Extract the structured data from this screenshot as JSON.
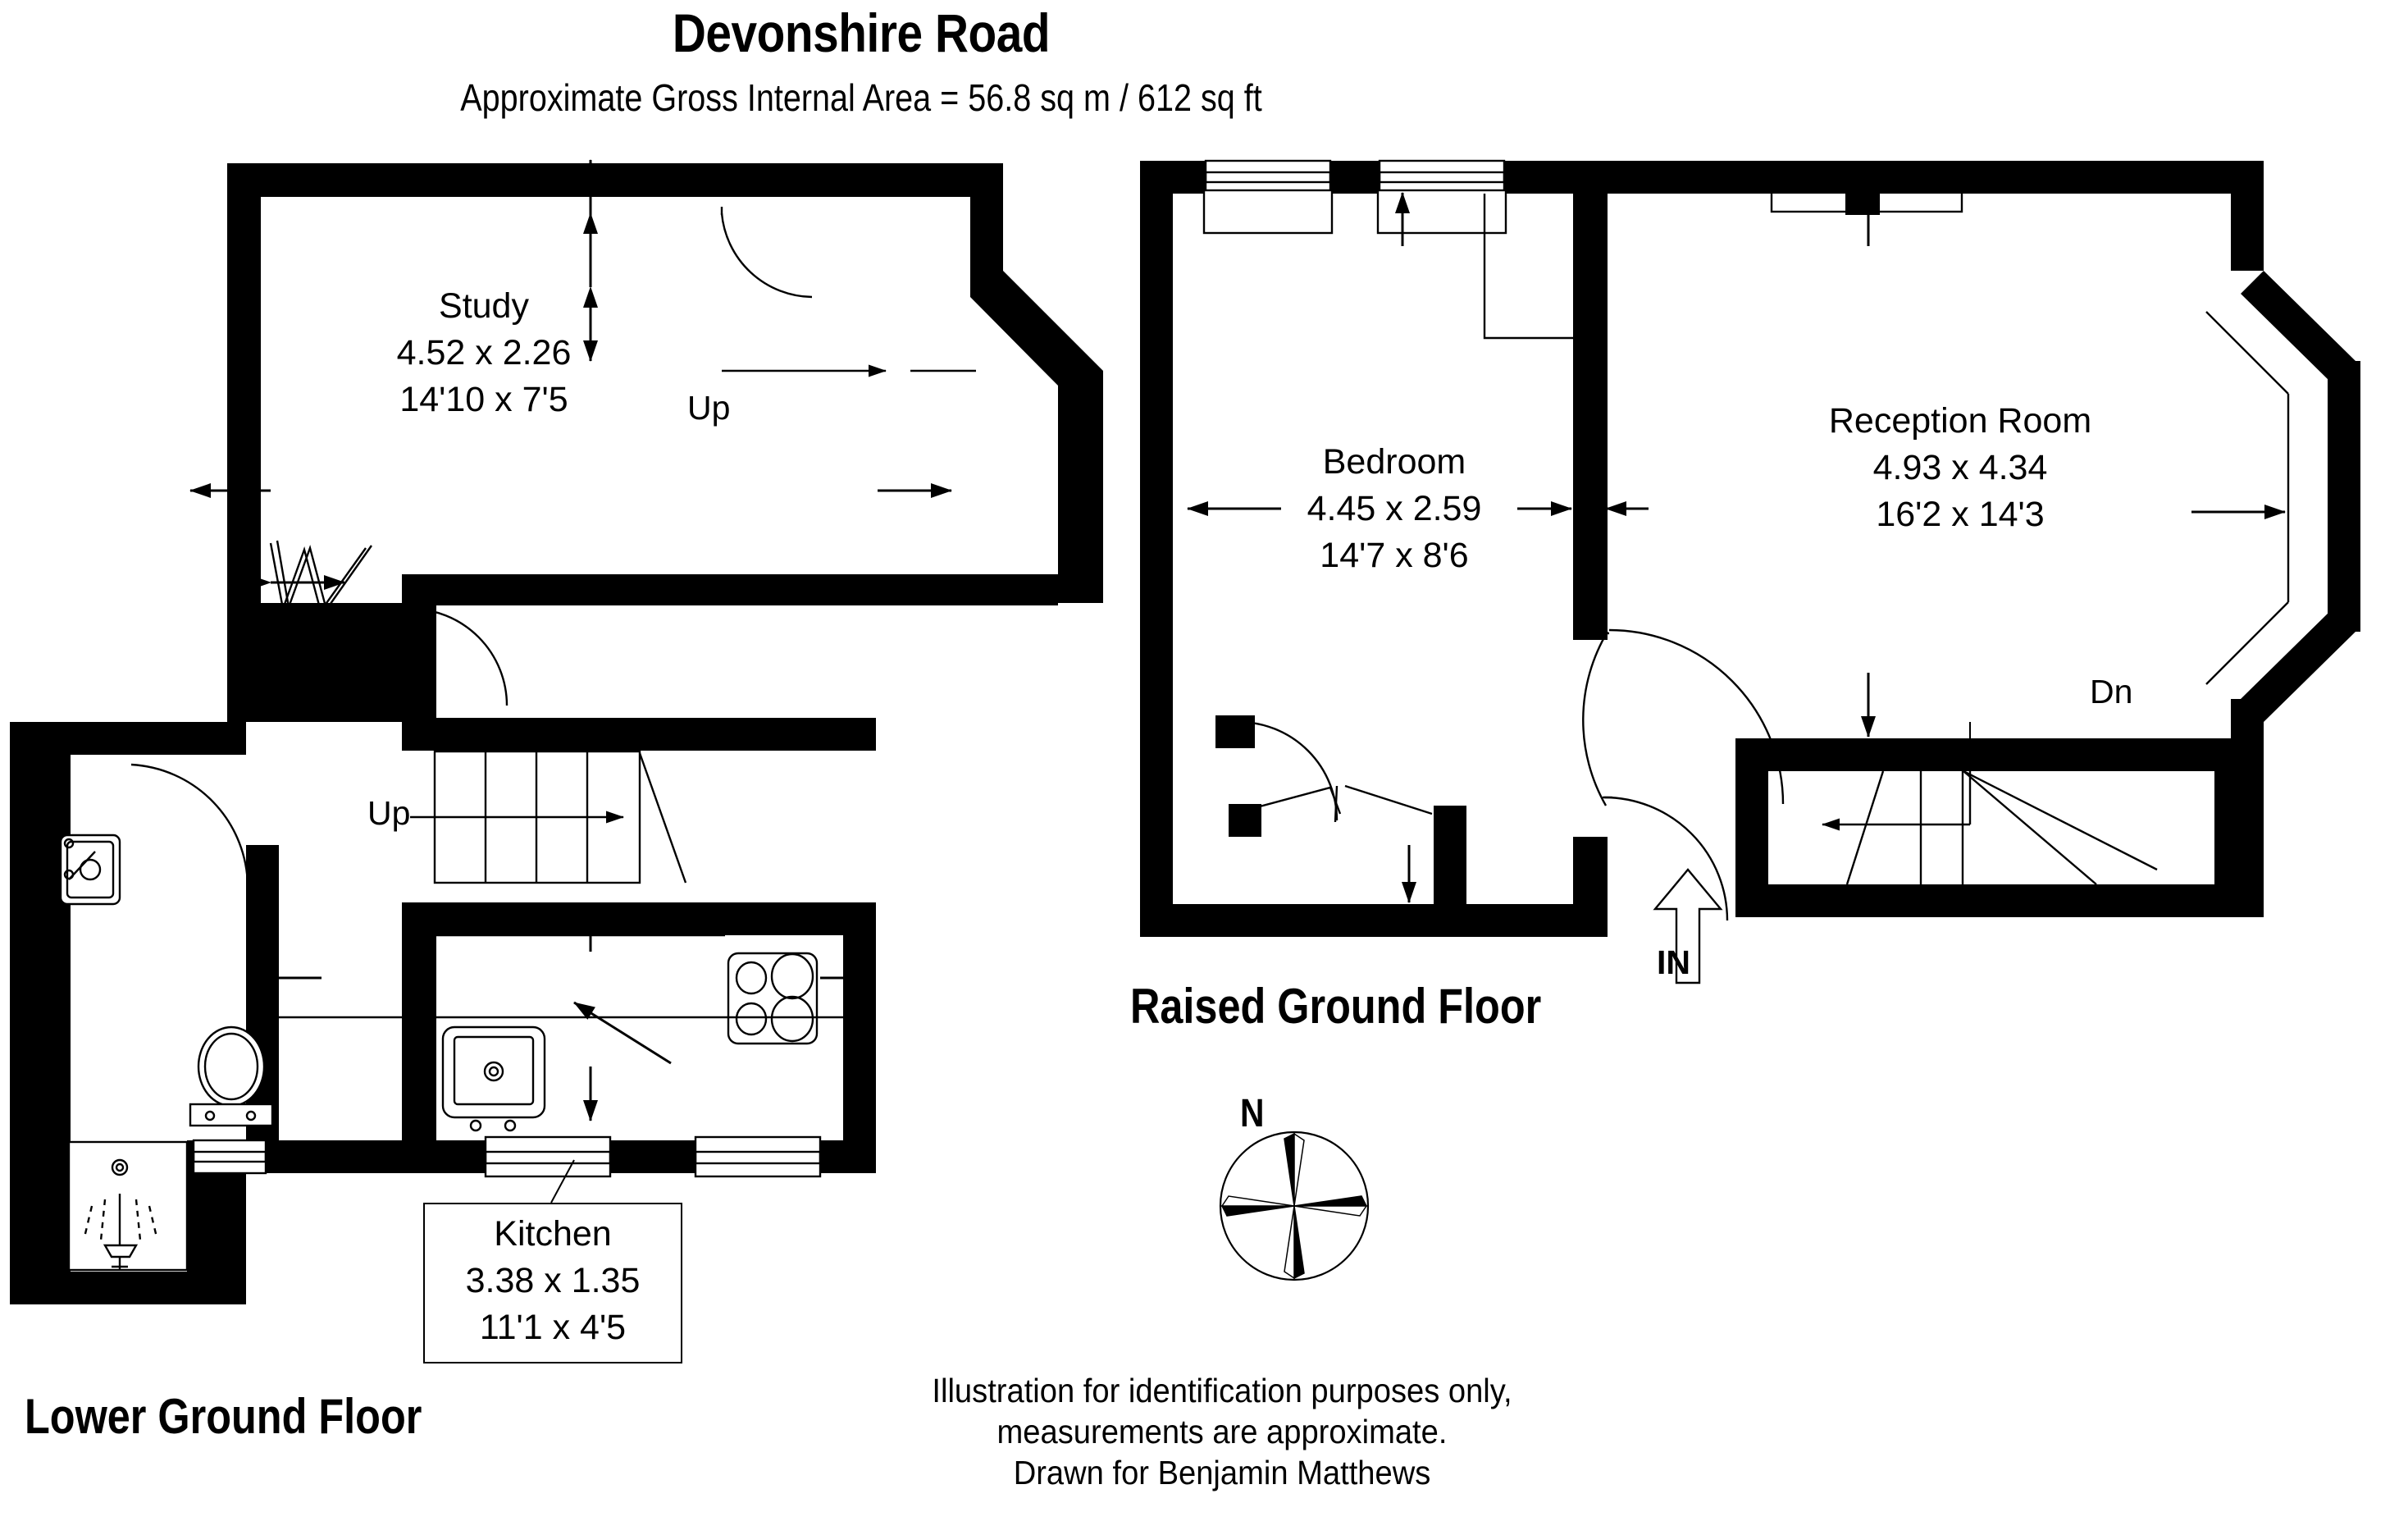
{
  "header": {
    "title": "Devonshire Road",
    "subtitle": "Approximate Gross Internal Area = 56.8 sq m / 612 sq ft"
  },
  "floors": [
    {
      "id": "lower-ground",
      "title": "Lower Ground Floor",
      "rooms": [
        {
          "name": "Study",
          "metric": "4.52 x 2.26",
          "imperial": "14'10 x 7'5"
        },
        {
          "name": "Kitchen",
          "metric": "3.38 x 1.35",
          "imperial": "11'1 x 4'5"
        }
      ],
      "markers": [
        {
          "label": "Up",
          "kind": "stair-direction"
        },
        {
          "label": "Up",
          "kind": "stair-direction"
        }
      ]
    },
    {
      "id": "raised-ground",
      "title": "Raised Ground Floor",
      "rooms": [
        {
          "name": "Bedroom",
          "metric": "4.45 x 2.59",
          "imperial": "14'7 x 8'6"
        },
        {
          "name": "Reception Room",
          "metric": "4.93 x 4.34",
          "imperial": "16'2 x 14'3"
        }
      ],
      "markers": [
        {
          "label": "Dn",
          "kind": "stair-direction"
        },
        {
          "label": "IN",
          "kind": "entrance"
        }
      ]
    }
  ],
  "compass": {
    "north_label": "N"
  },
  "footer": {
    "line1": "Illustration for identification purposes only,",
    "line2": "measurements are approximate.",
    "line3": "Drawn for Benjamin Matthews"
  },
  "colors": {
    "wall": "#000000",
    "background": "#ffffff",
    "text": "#000000"
  }
}
